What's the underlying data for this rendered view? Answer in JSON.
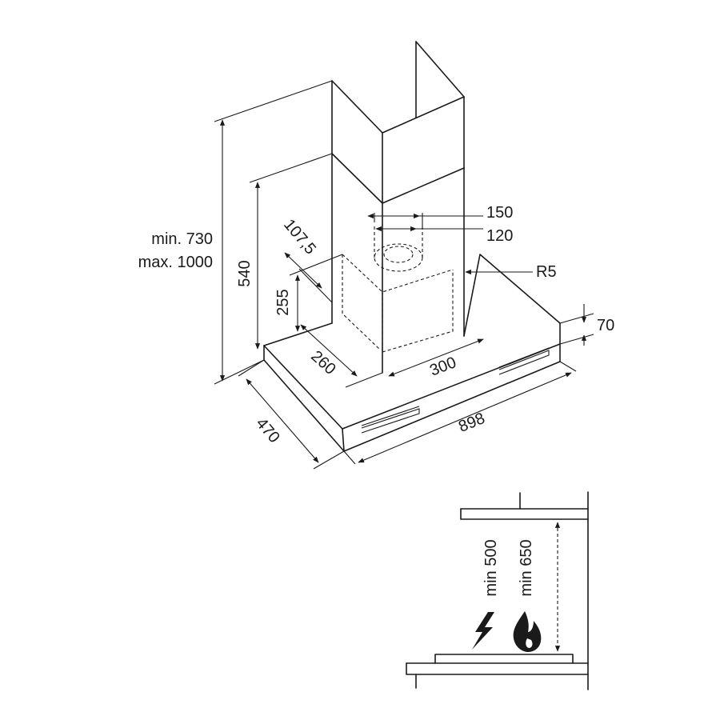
{
  "labels": {
    "height_min": "min. 730",
    "height_max": "max. 1000",
    "dim_540": "540",
    "dim_255": "255",
    "dim_107_5": "107,5",
    "dim_150": "150",
    "dim_120": "120",
    "radius": "R5",
    "dim_70": "70",
    "dim_260": "260",
    "dim_300": "300",
    "dim_470": "470",
    "dim_898": "898",
    "min_500": "min 500",
    "min_650": "min 650"
  },
  "icons": {
    "electric": "lightning-bolt-icon",
    "gas": "flame-icon"
  }
}
